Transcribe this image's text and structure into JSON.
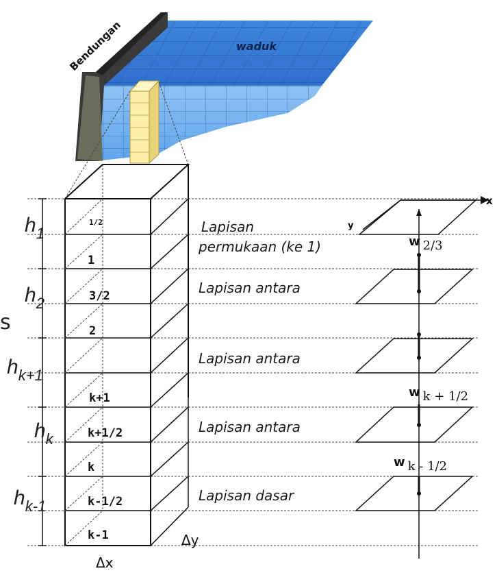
{
  "labels": {
    "dam": "Bendungan",
    "reservoir": "waduk",
    "axis_x": "x",
    "axis_y": "y",
    "side_letter": "s",
    "dx": "Δx",
    "dy": "Δy"
  },
  "thickness_labels": [
    {
      "base": "h",
      "sub": "1"
    },
    {
      "base": "h",
      "sub": "2"
    },
    {
      "base": "h",
      "sub": "k+1"
    },
    {
      "base": "h",
      "sub": "k"
    },
    {
      "base": "h",
      "sub": "k-1"
    }
  ],
  "cell_labels": [
    "1/2",
    "1",
    "3/2",
    "2",
    "k+1",
    "k+1/2",
    "k",
    "k-1/2",
    "k-1"
  ],
  "layer_labels": [
    "Lapisan",
    "permukaan (ke 1)",
    "Lapisan antara",
    "Lapisan antara",
    "Lapisan antara",
    "Lapisan  dasar"
  ],
  "velocity_labels": [
    {
      "base": "w",
      "sub": "2/3"
    },
    {
      "base": "w",
      "sub": "k + 1/2"
    },
    {
      "base": "w",
      "sub": "k - 1/2"
    }
  ],
  "colors": {
    "dam": "#4a4a4a",
    "reservoir_top": "#4a8fe0",
    "reservoir_side": "#7ab4f0",
    "column_highlight": "#fdf2b0"
  }
}
